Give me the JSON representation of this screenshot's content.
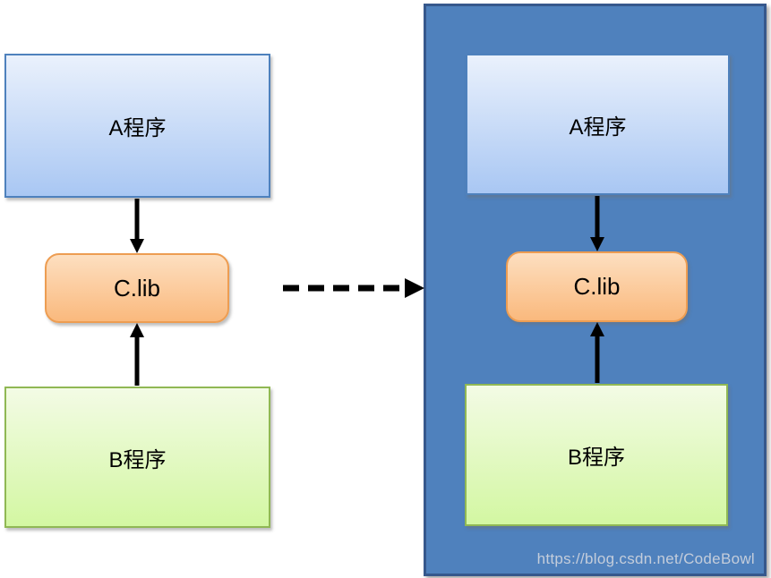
{
  "diagram": {
    "before_group": {
      "program_a": "A程序",
      "library": "C.lib",
      "program_b": "B程序"
    },
    "after_group": {
      "program_a": "A程序",
      "library": "C.lib",
      "program_b": "B程序"
    },
    "transition_icon": "dashed-right-arrow",
    "watermark": "https://blog.csdn.net/CodeBowl",
    "colors": {
      "blue_box_top": "#EAF1FC",
      "blue_box_bottom": "#A9C7F3",
      "blue_box_border": "#4E81BD",
      "green_box_top": "#F3FBE5",
      "green_box_bottom": "#D3F7A2",
      "green_box_border": "#90B854",
      "orange_box_top": "#FDDFC0",
      "orange_box_bottom": "#FAB97D",
      "orange_box_border": "#ED9D52",
      "container_fill": "#4F81BD",
      "container_border": "#36588C",
      "arrow": "#000000",
      "watermark_color": "#C4CDDB",
      "page_bg": "#FFFFFF"
    }
  }
}
